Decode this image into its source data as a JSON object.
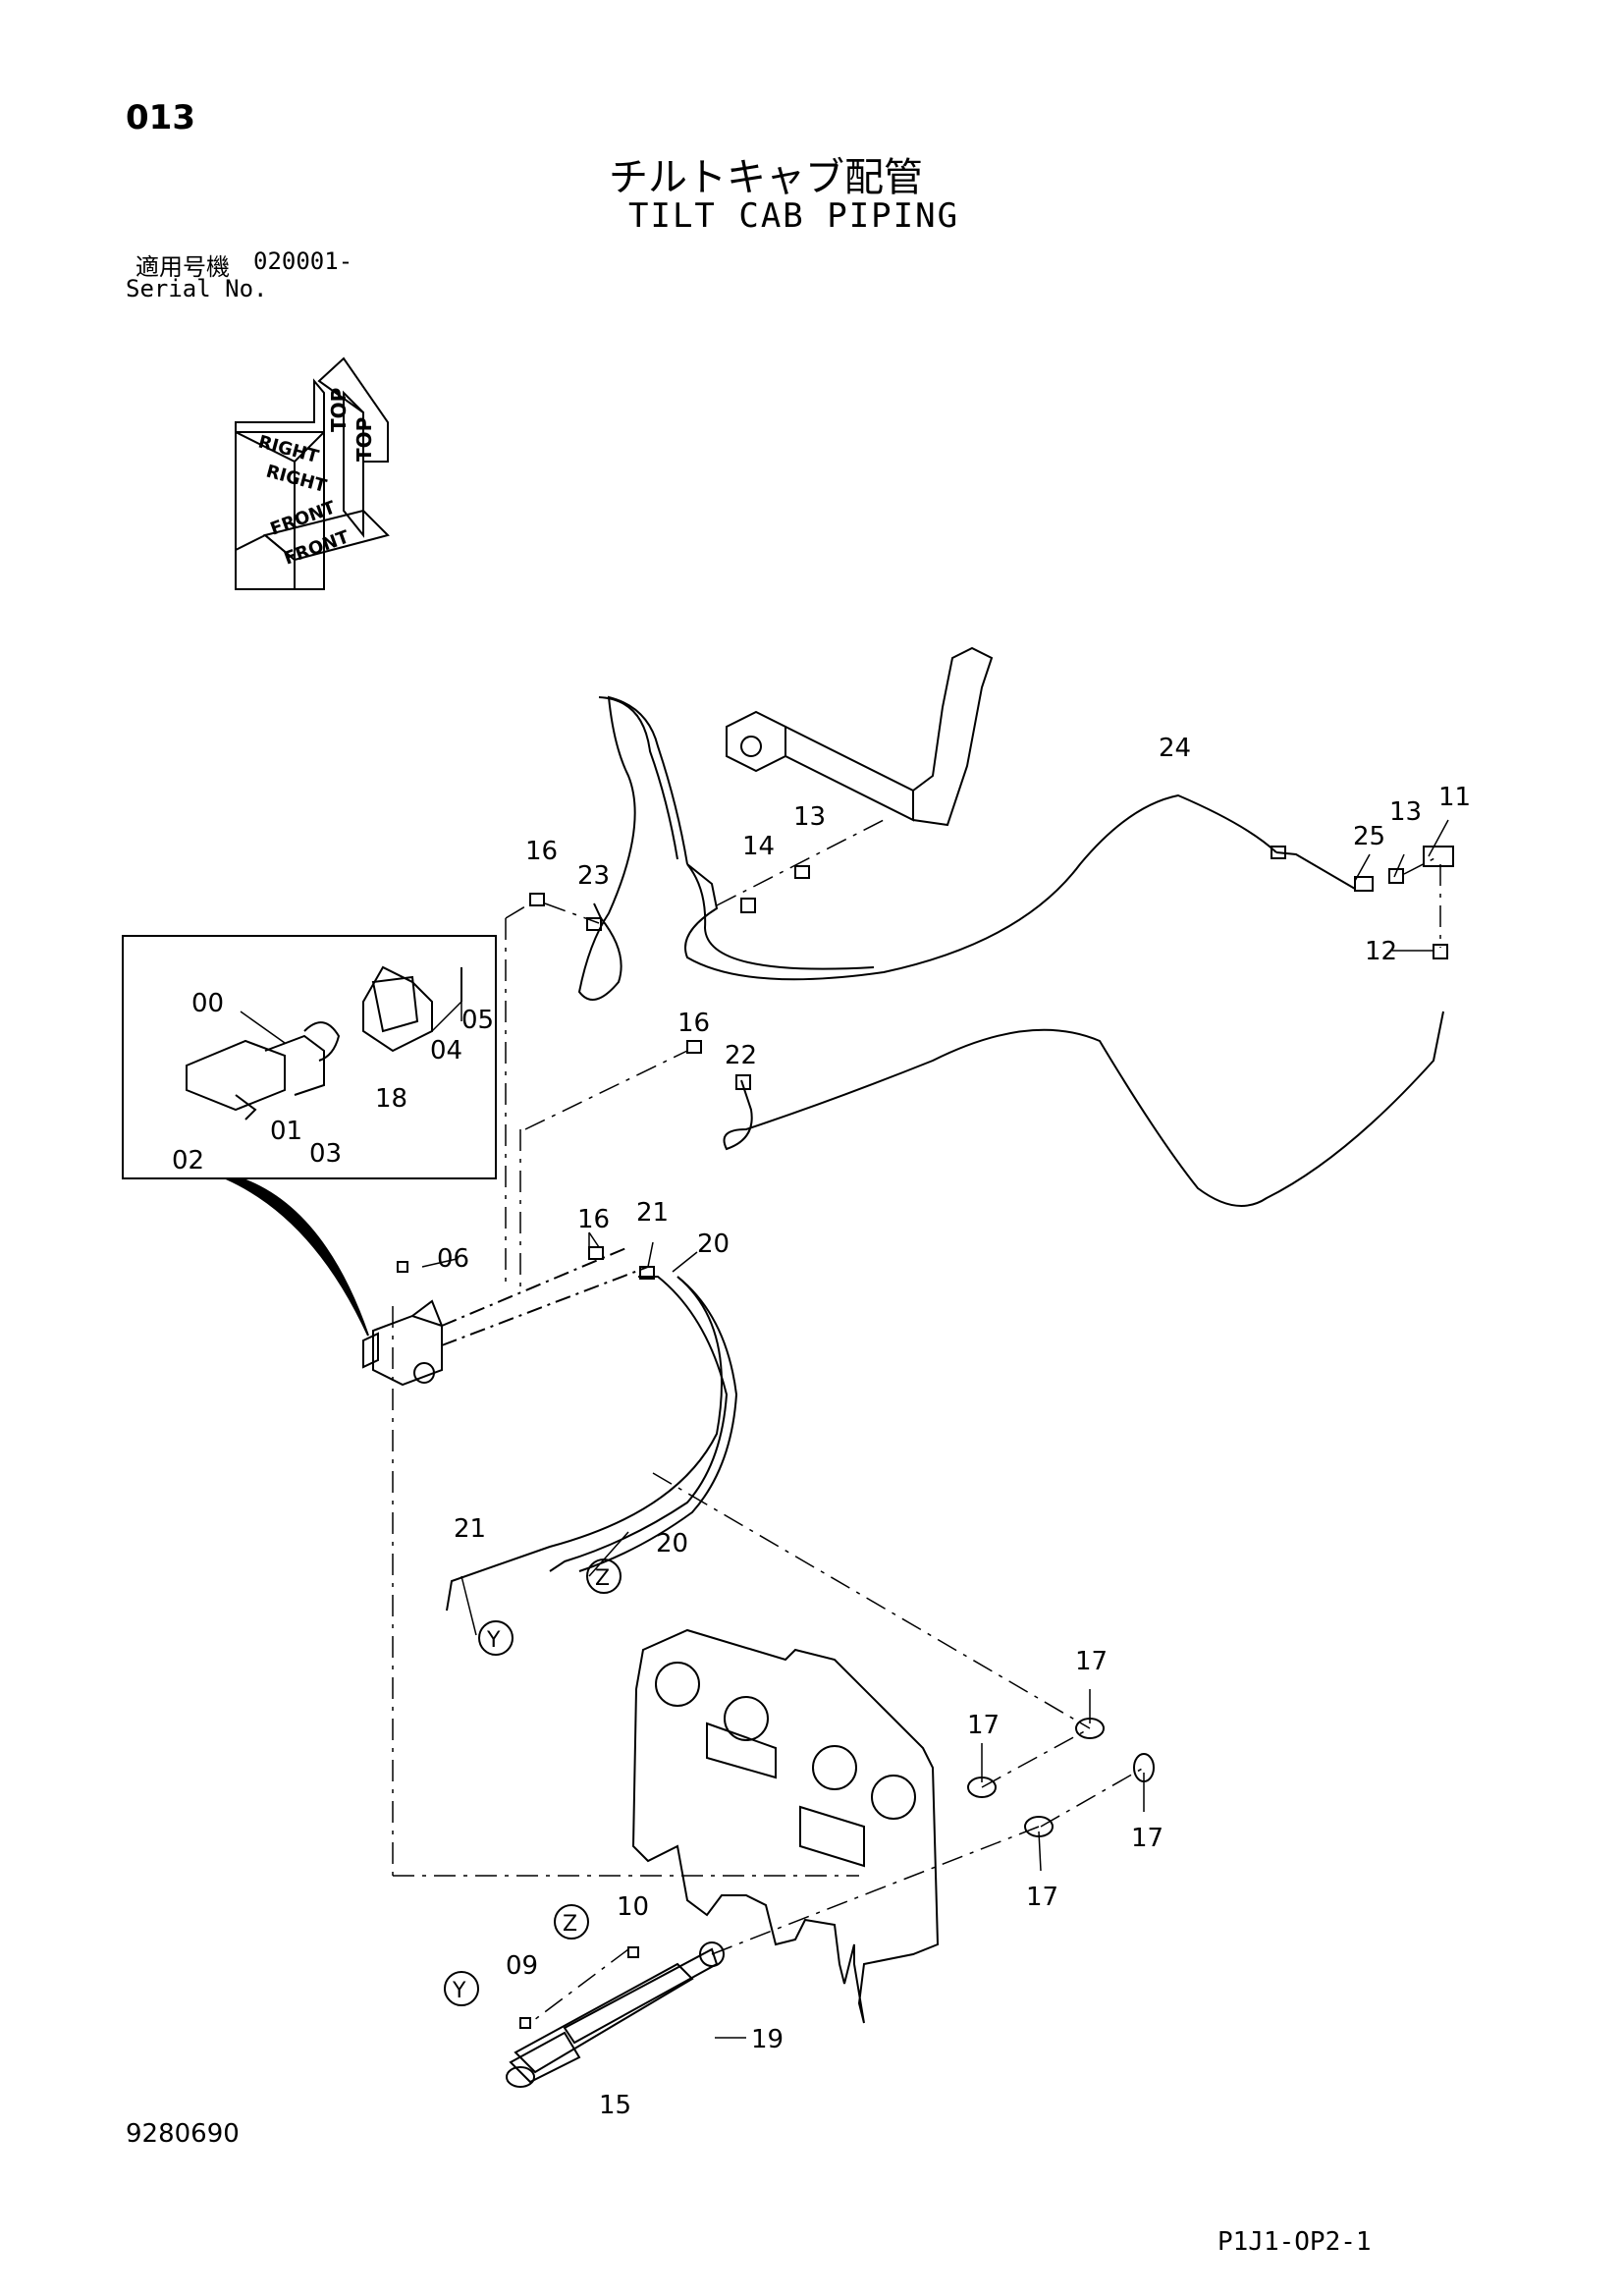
{
  "header": {
    "page_number": "013",
    "title_ja": "チルトキャブ配管",
    "title_en": "TILT CAB PIPING",
    "serial_label_ja": "適用号機",
    "serial_number": "020001-",
    "serial_label_en": "Serial No."
  },
  "orientation_icon": {
    "labels": [
      "TOP",
      "TOP",
      "RIGHT",
      "RIGHT",
      "FRONT",
      "FRONT"
    ]
  },
  "callouts": {
    "p00": "00",
    "p01": "01",
    "p02": "02",
    "p03": "03",
    "p04": "04",
    "p05": "05",
    "p06": "06",
    "p09": "09",
    "p10": "10",
    "p11": "11",
    "p12": "12",
    "p13a": "13",
    "p13b": "13",
    "p14": "14",
    "p15": "15",
    "p16a": "16",
    "p16b": "16",
    "p16c": "16",
    "p17a": "17",
    "p17b": "17",
    "p17c": "17",
    "p17d": "17",
    "p18": "18",
    "p19": "19",
    "p20a": "20",
    "p20b": "20",
    "p21a": "21",
    "p21b": "21",
    "p22": "22",
    "p23": "23",
    "p24": "24",
    "p25": "25",
    "refY1": "Y",
    "refY2": "Y",
    "refZ1": "Z",
    "refZ2": "Z"
  },
  "footer": {
    "drawing_number": "9280690",
    "page_code": "P1J1-OP2-1"
  }
}
